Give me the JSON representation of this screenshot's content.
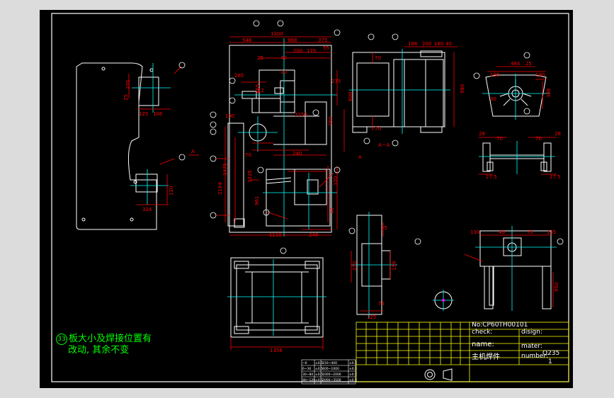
{
  "drawing": {
    "no": "No:CP60TH00101",
    "check_label": "check:",
    "design_label": "disign:",
    "name_label": "name:",
    "name_value": "主机焊件",
    "mater_label": "mater:",
    "mater_value": "Q235",
    "number_label": "number:",
    "number_value": "1"
  },
  "note": {
    "circle": "33",
    "line1": "板大小及焊接位置有",
    "line2": "改动, 其余不变"
  },
  "section_label": "A－A",
  "arrow_a": "A",
  "dims": {
    "d1300": "1300",
    "d546": "546",
    "d988": "988",
    "d375": "375",
    "d55": "55",
    "d25": "25",
    "d40": "40",
    "d200": "200",
    "d175": "175",
    "d275": "275",
    "d10": "10",
    "d12": "12",
    "d285": "285",
    "d865": "865",
    "d1150": "1150",
    "d600": "600",
    "d350": "350",
    "d190": "190",
    "d1475": "1475",
    "d1164": "1164",
    "d1326": "1326",
    "d961": "961",
    "d125": "125",
    "d106": "106",
    "d324": "324",
    "d240": "240",
    "d120": "120",
    "d1110": "1110",
    "d248": "248",
    "d1356": "1356",
    "d60": "60",
    "d180": "180",
    "d980": "980",
    "d70": "70",
    "d484": "484",
    "d386": "386",
    "d30": "30",
    "d28": "28",
    "d27_5": "27.5",
    "d130": "130",
    "d135": "135",
    "d950": "950",
    "d250": "250",
    "d159": "159",
    "d75": "75"
  },
  "tolerance_table": [
    [
      "~6",
      "±0.5",
      "150~400",
      "±0.5"
    ],
    [
      "6~30",
      "±0.5",
      "400~1000",
      "±0.5"
    ],
    [
      "30~80",
      "±0.5",
      "1000~2000",
      "±0.5"
    ],
    [
      "80~120",
      "±0.5",
      "2000~3500",
      "±0.5"
    ]
  ],
  "colors": {
    "frame": "#ffffff",
    "body": "#ffffff",
    "dim": "#ff0000",
    "center": "#00ffff",
    "titleblock": "#ffff00",
    "text": "#00ff00"
  }
}
